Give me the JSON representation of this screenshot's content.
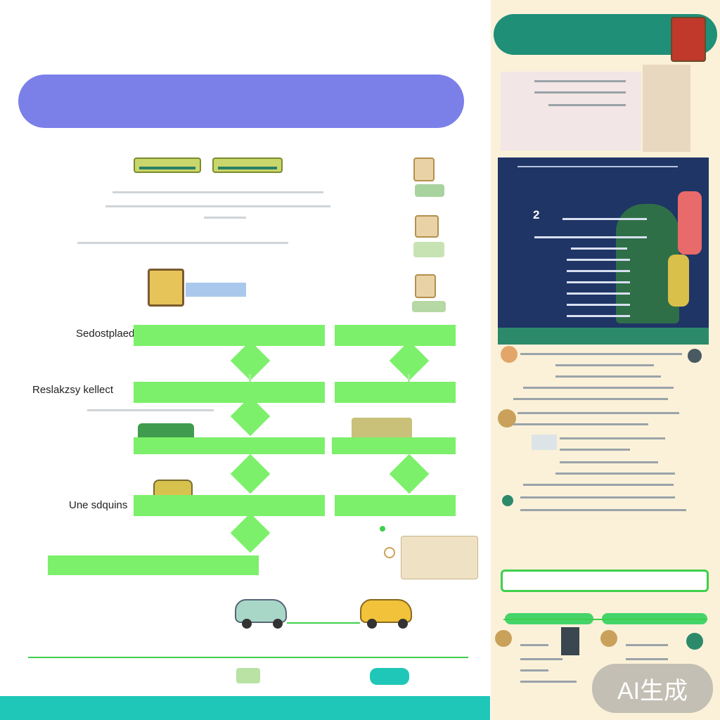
{
  "main": {
    "title": "",
    "subtitle": "",
    "banner_text": "",
    "strap": "",
    "nodes": [
      {
        "label": "Sedostplaed"
      },
      {
        "label": "Reslakzsy kellect"
      },
      {
        "label": "Une sdquins"
      },
      {
        "label": ""
      }
    ],
    "bottom_caption": "",
    "footer_text": ""
  },
  "sidebar": {
    "header_title": "",
    "panel_number": "2",
    "panel_footer": "",
    "caption": "",
    "button_text": "",
    "green_text": ""
  },
  "badge": {
    "text": "AI生成"
  },
  "colors": {
    "banner": "#7b7fe8",
    "flow_green": "#7cf06a",
    "footer_teal": "#1fc7b8",
    "sidebar_bg": "#fbf1d9",
    "sidebar_header": "#1f8f78",
    "panel_navy": "#1f3566"
  }
}
